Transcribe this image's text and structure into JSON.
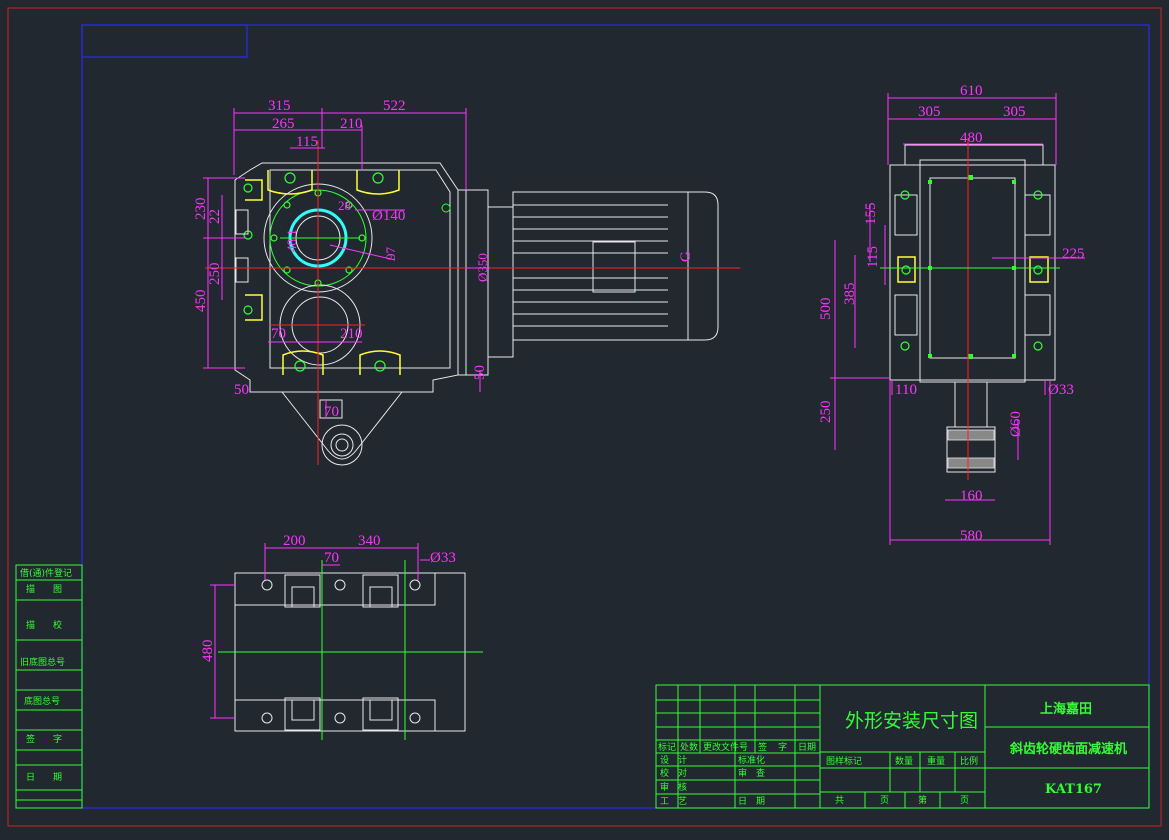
{
  "colors": {
    "background": "#212830",
    "dimension": "#ff33ff",
    "centerline": "#ff2020",
    "titleblock": "#33ff33",
    "outline": "#e8e8e8",
    "frame": "#2222cc"
  },
  "front_view": {
    "dims": [
      "315",
      "522",
      "265",
      "210",
      "115",
      "230",
      "22",
      "Ø140",
      "28",
      "48.1",
      "97",
      "250",
      "450",
      "Ø350",
      "G",
      "70",
      "210",
      "50",
      "50",
      "70"
    ]
  },
  "side_view": {
    "dims": [
      "610",
      "305",
      "305",
      "480",
      "155",
      "115",
      "225",
      "385",
      "500",
      "110",
      "Ø33",
      "250",
      "Ø60",
      "160",
      "580"
    ]
  },
  "bottom_view": {
    "dims": [
      "200",
      "70",
      "340",
      "Ø33",
      "480"
    ]
  },
  "left_strip": {
    "rows": [
      "借(通)件登记",
      "描　　图",
      "描　　校",
      "旧底图总号",
      "底图总号",
      "签　　字",
      "日　　期"
    ]
  },
  "title_block": {
    "drawing_title": "外形安装尺寸图",
    "company": "上海嘉田",
    "product": "斜齿轮硬齿面减速机",
    "model": "KAT167",
    "revision_header": [
      "标记",
      "处数",
      "更改文件号",
      "签",
      "字",
      "日期"
    ],
    "sign_rows": [
      [
        "设　计",
        "标准化"
      ],
      [
        "校　对",
        "审　查"
      ],
      [
        "审　核",
        ""
      ],
      [
        "工　艺",
        "日　期"
      ]
    ],
    "stage_header": [
      "图样标记",
      "数量",
      "重量",
      "比例"
    ],
    "sheet_row": [
      "共",
      "页",
      "第",
      "页"
    ]
  }
}
